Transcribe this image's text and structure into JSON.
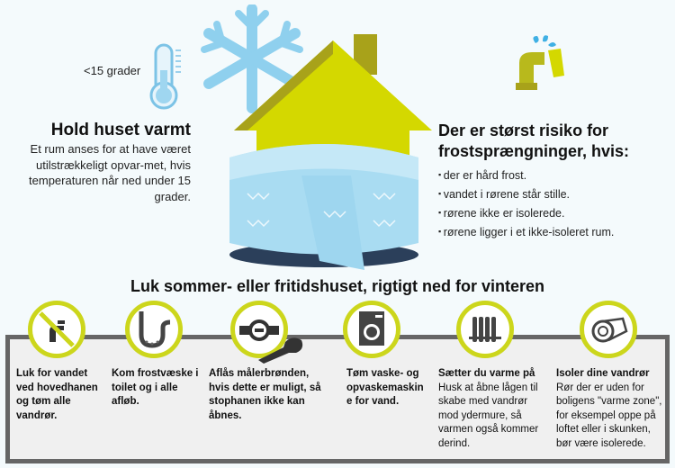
{
  "thermometer": {
    "label": "<15 grader",
    "icon": "thermometer-icon"
  },
  "hold_warm": {
    "title": "Hold huset varmt",
    "body": "Et rum anses for at have været utilstrækkeligt opvar-met, hvis temperaturen når ned under 15 grader."
  },
  "risk": {
    "title_line1": "Der er størst risiko for",
    "title_line2": "frostsprængninger, hvis:",
    "bullets": [
      "der er hård frost.",
      "vandet i rørene står stille.",
      "rørene ikke er isolerede.",
      "rørene ligger i et ikke-isoleret rum."
    ]
  },
  "main_title": "Luk sommer- eller fritidshuset, rigtigt ned for vinteren",
  "steps": [
    {
      "icon": "no-tap-icon",
      "bold": "Luk for vandet ved hovedhanen og tøm alle vandrør.",
      "text": ""
    },
    {
      "icon": "drain-pipe-icon",
      "bold": "Kom frostvæske i toilet og i alle afløb.",
      "text": ""
    },
    {
      "icon": "water-meter-key-icon",
      "bold": "Aflås målerbrønden, hvis dette er muligt, så stophanen ikke kan åbnes.",
      "text": ""
    },
    {
      "icon": "washing-machine-icon",
      "bold": "Tøm vaske- og opvaskemaskine for vand.",
      "text": ""
    },
    {
      "icon": "radiator-icon",
      "bold": "Sætter du varme på",
      "text": "Husk at åbne lågen til skabe med vandrør mod ydermure, så varmen også kommer derind."
    },
    {
      "icon": "insulation-roll-icon",
      "bold": "Isoler dine vandrør",
      "text": "Rør der er uden for boligens \"varme zone\", for eksempel oppe på loftet eller i skunken, bør være isolerede."
    }
  ],
  "colors": {
    "accent": "#ccd61c",
    "house": "#d4d800",
    "ice": "#8fd0ee",
    "border": "#666666"
  }
}
